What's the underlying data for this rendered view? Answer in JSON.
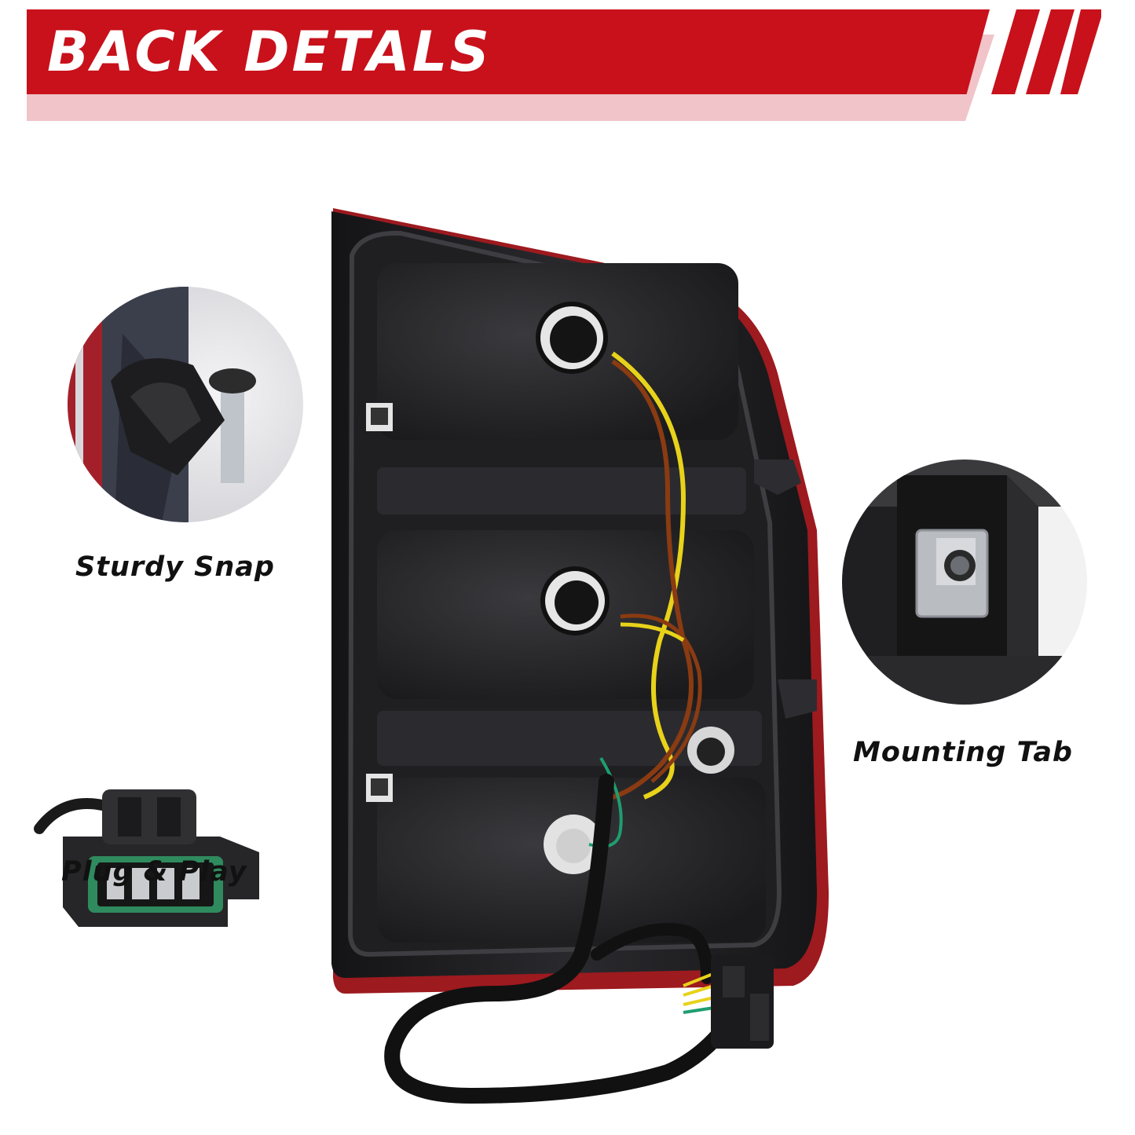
{
  "header": {
    "title": "BACK DETALS"
  },
  "features": [
    {
      "key": "snap",
      "label": "Sturdy Snap"
    },
    {
      "key": "tab",
      "label": "Mounting Tab"
    },
    {
      "key": "plug",
      "label": "Plug & Play"
    }
  ],
  "colors": {
    "brand_red": "#c8111b",
    "banner_shadow": "#f0c4c9",
    "housing": "#1c1c1e",
    "wire_yellow": "#e8d21a",
    "wire_brown": "#8a3b12",
    "wire_green": "#1e9e6e",
    "connector_green": "#2f8a5e"
  },
  "icons": [
    "tail-light-housing-image",
    "snap-clip-image",
    "mounting-tab-image",
    "connector-plug-image"
  ]
}
